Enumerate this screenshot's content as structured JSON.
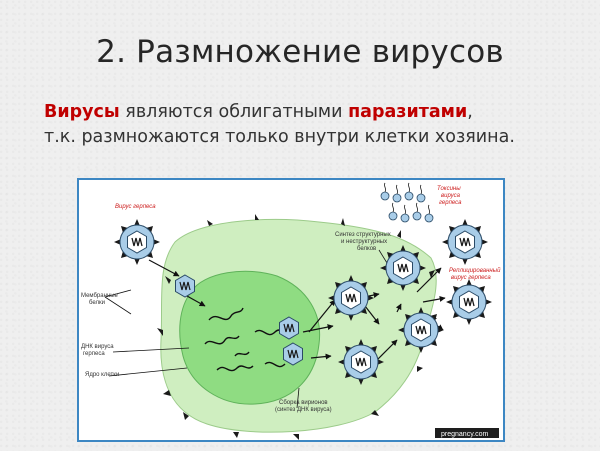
{
  "slide": {
    "title": "2. Размножение вирусов",
    "lead": {
      "w1": "Вирусы",
      "t1": " являются облигатными ",
      "w2": "паразитами",
      "t2": ",",
      "line2": "т.к. размножаются только внутри клетки хозяина."
    }
  },
  "diagram": {
    "labels": {
      "herpes_virus": "Вирус герпеса",
      "membrane_1": "Мембранные",
      "membrane_2": "белки",
      "dna_1": "ДНК вируса",
      "dna_2": "герпеса",
      "nucleus": "Ядро клетки",
      "synthesis_1": "Синтез структурных",
      "synthesis_2": "и неструктурных",
      "synthesis_3": "белков",
      "toxins_1": "Токсины",
      "toxins_2": "вируса",
      "toxins_3": "герпеса",
      "replicated_1": "Реплицированный",
      "replicated_2": "вирус герпеса",
      "assembly_1": "Сборка вирионов",
      "assembly_2": "(синтез ДНК вируса)",
      "watermark": "pregnancy.com"
    },
    "colors": {
      "border": "#3d87c3",
      "cell": "#cfeec0",
      "nucleus": "#8fdc82",
      "virus": "#a9cde8",
      "accent_red": "#cc1b1b"
    }
  }
}
